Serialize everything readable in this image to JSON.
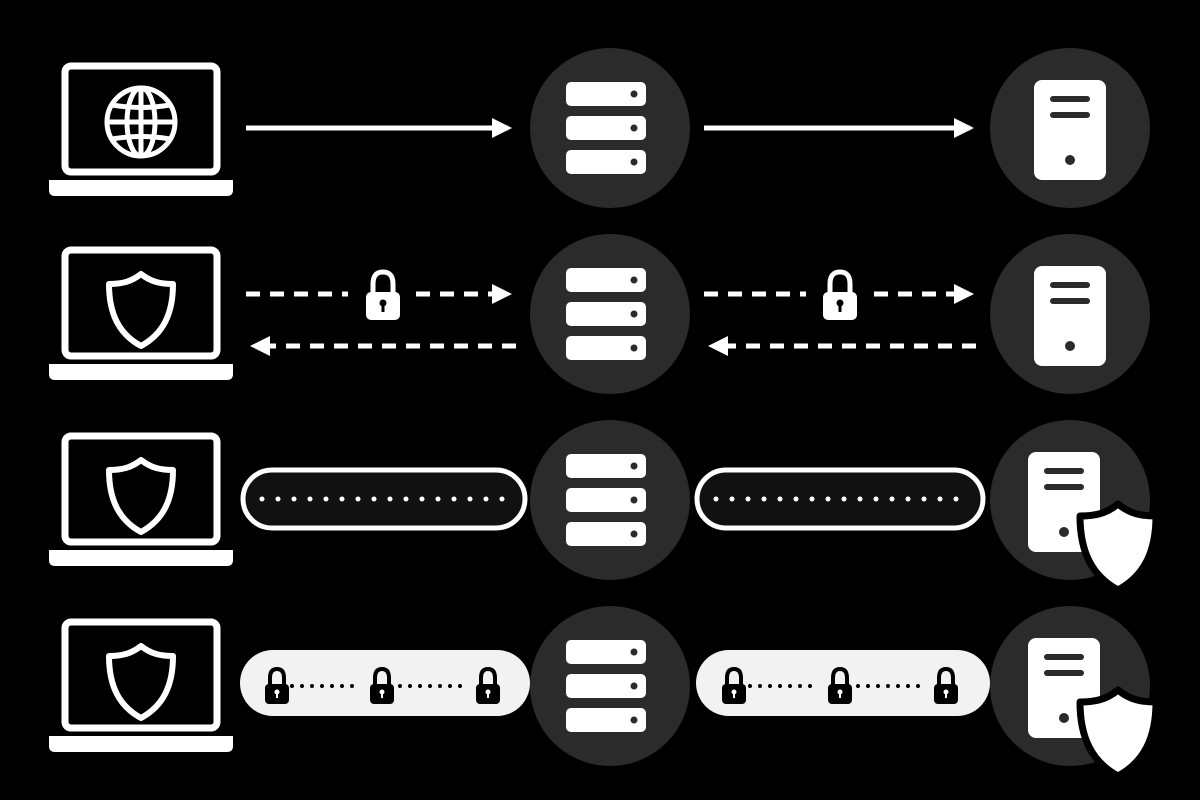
{
  "diagram": {
    "background": "#000000",
    "circle_fill": "#2b2b2b",
    "foreground": "#ffffff",
    "rows": [
      {
        "client_icon": "globe-icon",
        "link_style": "solid-arrow",
        "endpoint_shield": false
      },
      {
        "client_icon": "shield-icon",
        "link_style": "dashed-bidirectional-with-lock",
        "endpoint_shield": false
      },
      {
        "client_icon": "shield-icon",
        "link_style": "dark-tunnel",
        "endpoint_shield": true
      },
      {
        "client_icon": "shield-icon",
        "link_style": "light-tunnel-with-locks",
        "endpoint_shield": true
      }
    ],
    "nodes": [
      "laptop-icon",
      "server-rack-icon",
      "server-tower-icon"
    ]
  }
}
